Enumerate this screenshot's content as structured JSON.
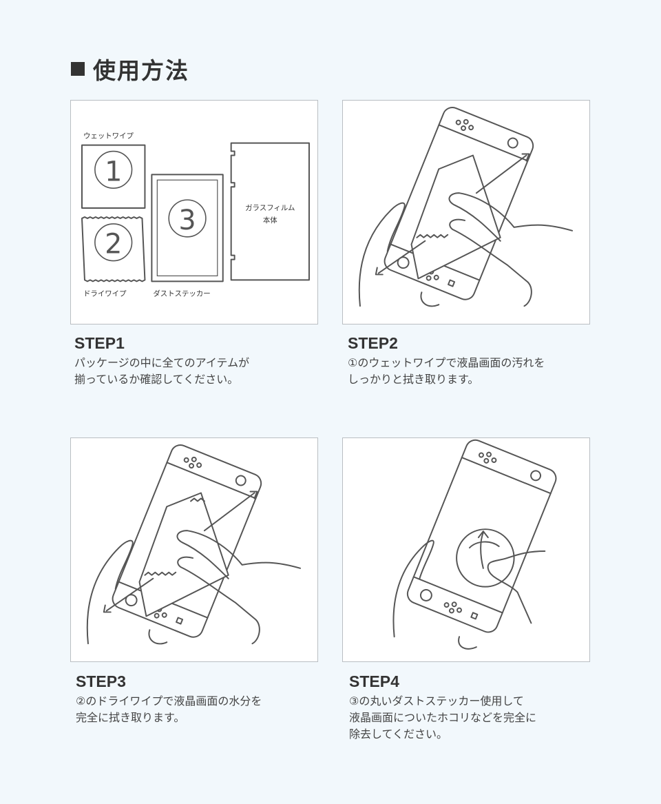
{
  "heading": "使用方法",
  "step1": {
    "title": "STEP1",
    "lines": [
      "パッケージの中に全てのアイテムが",
      "揃っているか確認してください。"
    ],
    "labels": {
      "wet_wipe": "ウェットワイプ",
      "dry_wipe": "ドライワイプ",
      "dust_sticker": "ダストステッカー",
      "film_line1": "ガラスフィルム",
      "film_line2": "本体",
      "num1": "①",
      "num2": "②",
      "num3": "③"
    }
  },
  "step2": {
    "title": "STEP2",
    "lines": [
      "①のウェットワイプで液晶画面の汚れを",
      "しっかりと拭き取ります。"
    ]
  },
  "step3": {
    "title": "STEP3",
    "lines": [
      "②のドライワイプで液晶画面の水分を",
      "完全に拭き取ります。"
    ]
  },
  "step4": {
    "title": "STEP4",
    "lines": [
      "③の丸いダストステッカー使用して",
      "液晶画面についたホコリなどを完全に",
      "除去してください。"
    ]
  }
}
